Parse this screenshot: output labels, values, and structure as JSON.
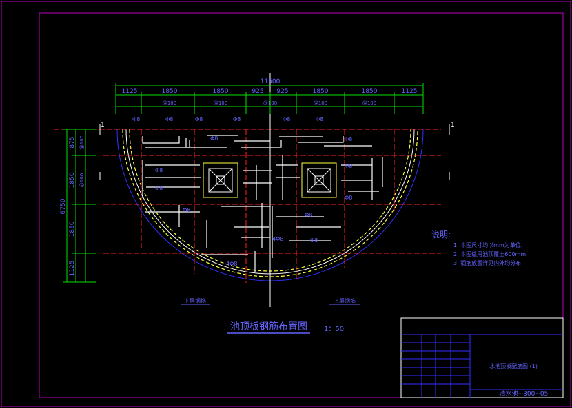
{
  "drawing": {
    "title": "池顶板钢筋布置图",
    "scale": "1：50",
    "top_dim_total": "11500",
    "top_dims": [
      "1125",
      "1850",
      "1850",
      "925",
      "925",
      "1850",
      "1850",
      "1125"
    ],
    "left_dim_total": "6750",
    "left_dims": [
      "875",
      "1850",
      "1850",
      "1125"
    ],
    "spacing_labels": [
      "@100",
      "@100",
      "@100",
      "@100",
      "@100",
      "@100",
      "@100"
    ],
    "rebar_label": "Φ8",
    "rebar_label_2": "4Φ8",
    "bottom_left_label": "下层钢筋",
    "bottom_right_label": "上层钢筋",
    "axis_marks": [
      "1",
      "1"
    ]
  },
  "notes": {
    "heading": "说明:",
    "items": [
      "1. 本图尺寸均以mm为单位.",
      "2. 本图适用池顶覆土600mm.",
      "3. 钢筋放置详见内外均分布."
    ]
  },
  "title_block": {
    "name": "水池顶板配筋图 (1)",
    "code": "清水池~300~05"
  },
  "colors": {
    "frame": "#c000c0",
    "dim": "#00e000",
    "rebar": "#ffffff",
    "axis": "#ff2020",
    "text": "#6464ff",
    "wall": "#ffff40"
  }
}
